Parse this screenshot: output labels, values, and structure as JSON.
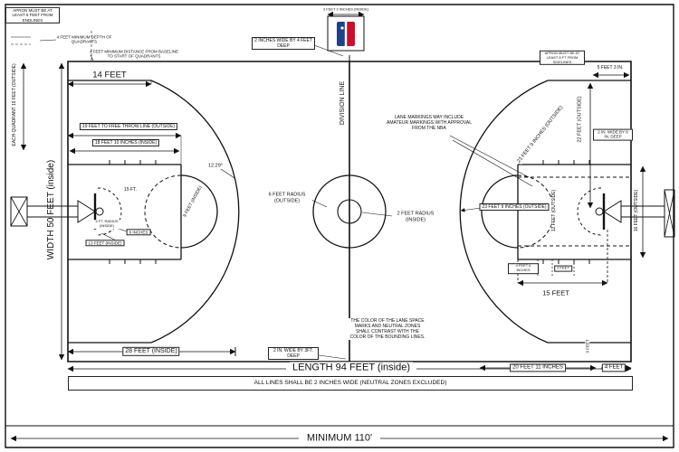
{
  "frame": {
    "minimum": "MINIMUM 110'"
  },
  "court": {
    "length": "LENGTH 94 FEET (inside)",
    "width": "WIDTH 50 FEET (inside)",
    "all_lines": "ALL LINES SHALL BE 2 INCHES WIDE (NEUTRAL ZONES EXCLUDED)",
    "division": "DIVISION LINE",
    "quadrant": "EACH QUADRANT 19 FEET (OUTSIDE)"
  },
  "notes": {
    "apron_left": "APRON MUST BE AT LEAST 8 FEET FROM ENDLINES",
    "apron_right": "APRON MUST BE AT LEAST 8 FT FROM SIDELINES",
    "quad_depth": "4 FEET MINIMUM DEPTH OF QUADRANTS",
    "quad_distance": "4 FEET MINIMUM DISTANCE FROM BASELINE TO START OF QUADRANTS",
    "division_hash": "2 INCHES WIDE BY 4 FEET DEEP",
    "logo_width": "3 FEET 2 INCHES (INSIDE)",
    "lane_markings": "LANE MARKINGS MAY INCLUDE AMATEUR MARKINGS WITH APPROVAL FROM THE NBA",
    "lane_color": "THE COLOR OF THE LANE SPACE MARKS AND NEUTRAL ZONES SHALL CONTRAST WITH THE COLOR OF THE BOUNDING LINES.",
    "baseline_hash": "2 IN. WIDE BY 3FT. DEEP",
    "side_hash": "2 IN. WIDE BY 8 IN. DEEP"
  },
  "dims": {
    "corner_three": "14 FEET",
    "ft_out": "19 FEET TO FREE THROW LINE (OUTSIDE)",
    "ft_in": "18 FEET 10 INCHES (INSIDE)",
    "angle": "12.29°",
    "backboard": "15 FT.",
    "lane_diag": "9 FEET (INSIDE)",
    "center_outer": "6 FEET RADIUS (OUTSIDE)",
    "center_inner": "2 FEET RADIUS (INSIDE)",
    "restricted": "4 FT. RADIUS (INSIDE)",
    "rim_offset": "6 INCHES",
    "thirteen": "13 FEET (INSIDE)",
    "twenty_eight": "28 FEET (INSIDE)",
    "arc_diag": "23 FEET 9 INCHES (OUTSIDE)",
    "arc_h": "23 FEET 9 INCHES (OUTSIDE)",
    "corner_right": "22 FEET (OUTSIDE)",
    "five_three": "5 FEET 3 IN.",
    "lane12": "12 FEET (OUTSIDE)",
    "lane16": "16 FEET (OUTSIDE)",
    "fifteen": "15 FEET",
    "four_six": "4 FEET 6 INCHES",
    "three_feet": "3 FEET",
    "three_feet_v": "3 FEET",
    "twenty_eleven": "20 FEET 11 INCHES",
    "four_feet": "4 FEET"
  }
}
